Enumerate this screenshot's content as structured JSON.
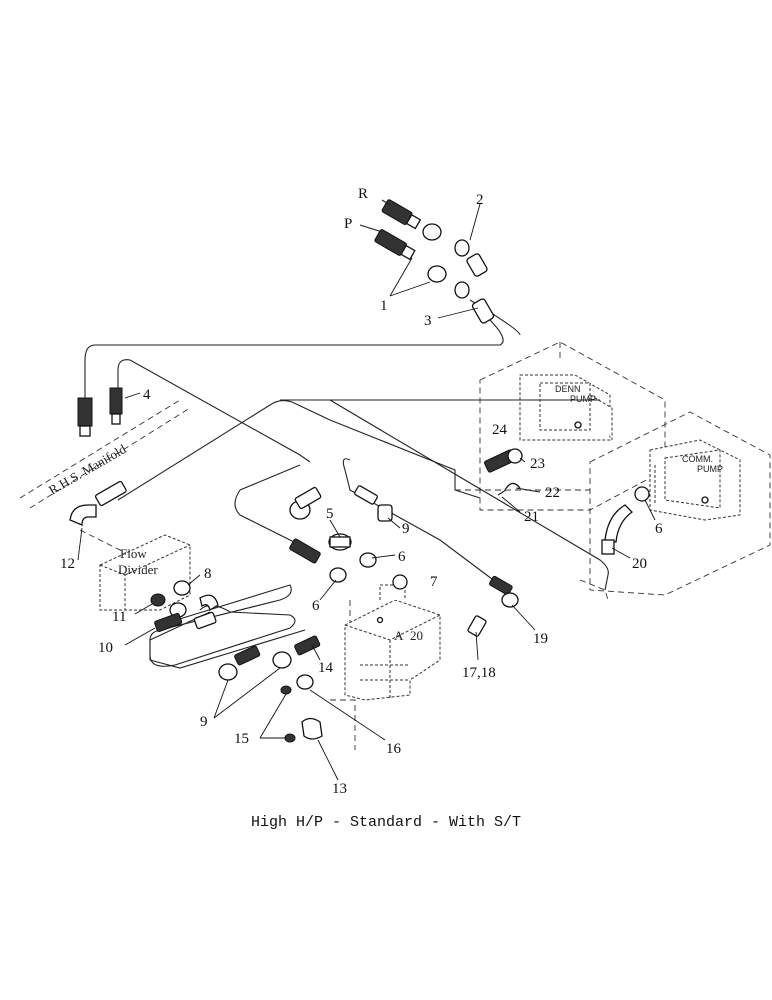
{
  "caption": "High H/P - Standard - With S/T",
  "labels": {
    "manifold": "R.H.S. Manifold",
    "flow_divider_line1": "Flow",
    "flow_divider_line2": "Divider",
    "denn_pump_line1": "DENN",
    "denn_pump_line2": "PUMP",
    "comm_pump_line1": "COMM.",
    "comm_pump_line2": "PUMP",
    "valve_port": "A",
    "valve_number": "20",
    "port_r": "R",
    "port_p": "P"
  },
  "callouts": {
    "c1": "1",
    "c2": "2",
    "c3": "3",
    "c4": "4",
    "c5": "5",
    "c6a": "6",
    "c6b": "6",
    "c6c": "6",
    "c7": "7",
    "c8": "8",
    "c9a": "9",
    "c9b": "9",
    "c10": "10",
    "c11": "11",
    "c12": "12",
    "c13": "13",
    "c14": "14",
    "c15": "15",
    "c16": "16",
    "c1718": "17,18",
    "c19": "19",
    "c20": "20",
    "c21": "21",
    "c22": "22",
    "c23": "23",
    "c24": "24"
  },
  "icons": [
    "hose-fitting-icon",
    "elbow-fitting-icon",
    "tee-fitting-icon",
    "pump-icon",
    "valve-block-icon"
  ]
}
